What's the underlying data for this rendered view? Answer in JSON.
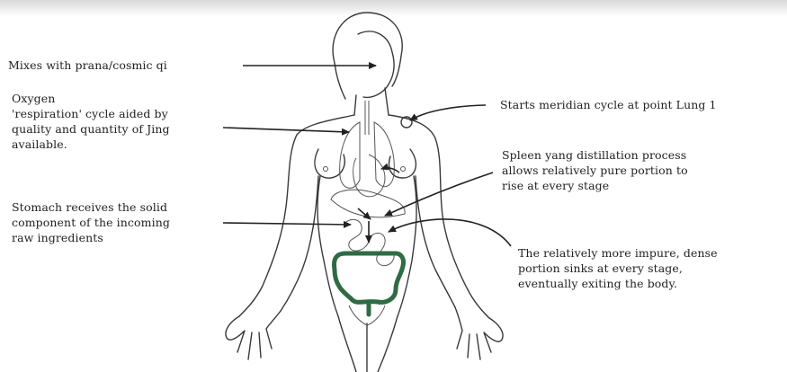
{
  "annotations": {
    "prana": {
      "lines": [
        "Mixes with prana/cosmic qi"
      ]
    },
    "oxygen": {
      "lines": [
        "Oxygen",
        "'respiration' cycle aided by",
        "quality and quantity of Jing",
        "available."
      ]
    },
    "stomach": {
      "lines": [
        "Stomach receives the solid",
        "component of the incoming",
        "raw ingredients"
      ]
    },
    "meridian": {
      "lines": [
        "Starts meridian cycle at point Lung 1"
      ]
    },
    "spleen": {
      "lines": [
        "Spleen yang distillation process",
        "allows relatively pure portion to",
        "rise at every stage"
      ]
    },
    "impure": {
      "lines": [
        "The relatively more impure, dense",
        "portion sinks at every stage,",
        "eventually exiting the body."
      ]
    }
  },
  "colors": {
    "outline": "#3a3a3a",
    "intestine": "#2f6b43",
    "text": "#222222"
  }
}
